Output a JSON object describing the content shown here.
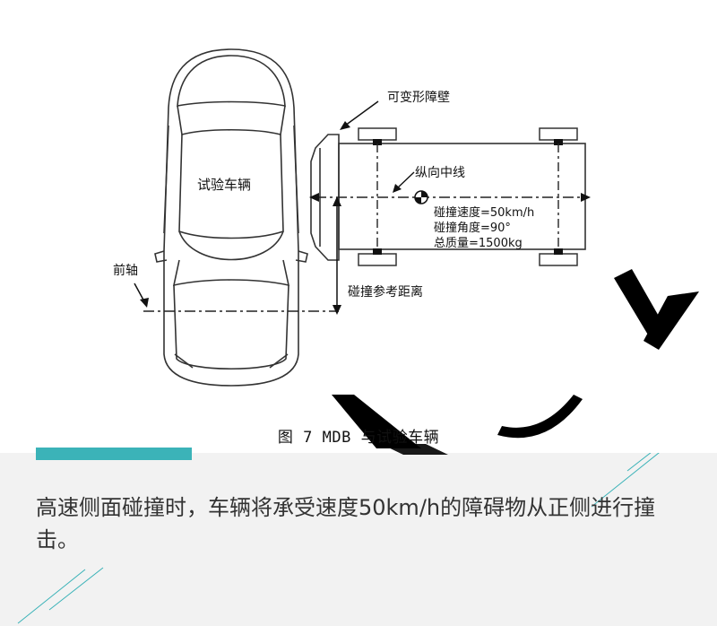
{
  "diagram": {
    "car_label": "试验车辆",
    "front_axle_label": "前轴",
    "barrier_label": "可变形障壁",
    "centerline_label": "纵向中线",
    "speed_spec": "碰撞速度=50km/h",
    "angle_spec": "碰撞角度=90°",
    "mass_spec": "总质量=1500kg",
    "reference_distance_label": "碰撞参考距离"
  },
  "caption": "图 7  MDB 与试验车辆",
  "body_text": "高速侧面碰撞时，车辆将承受速度50km/h的障碍物从正侧进行撞击。",
  "colors": {
    "accent": "#3bb3b8",
    "panel": "#f2f2f2",
    "text": "#333333"
  }
}
